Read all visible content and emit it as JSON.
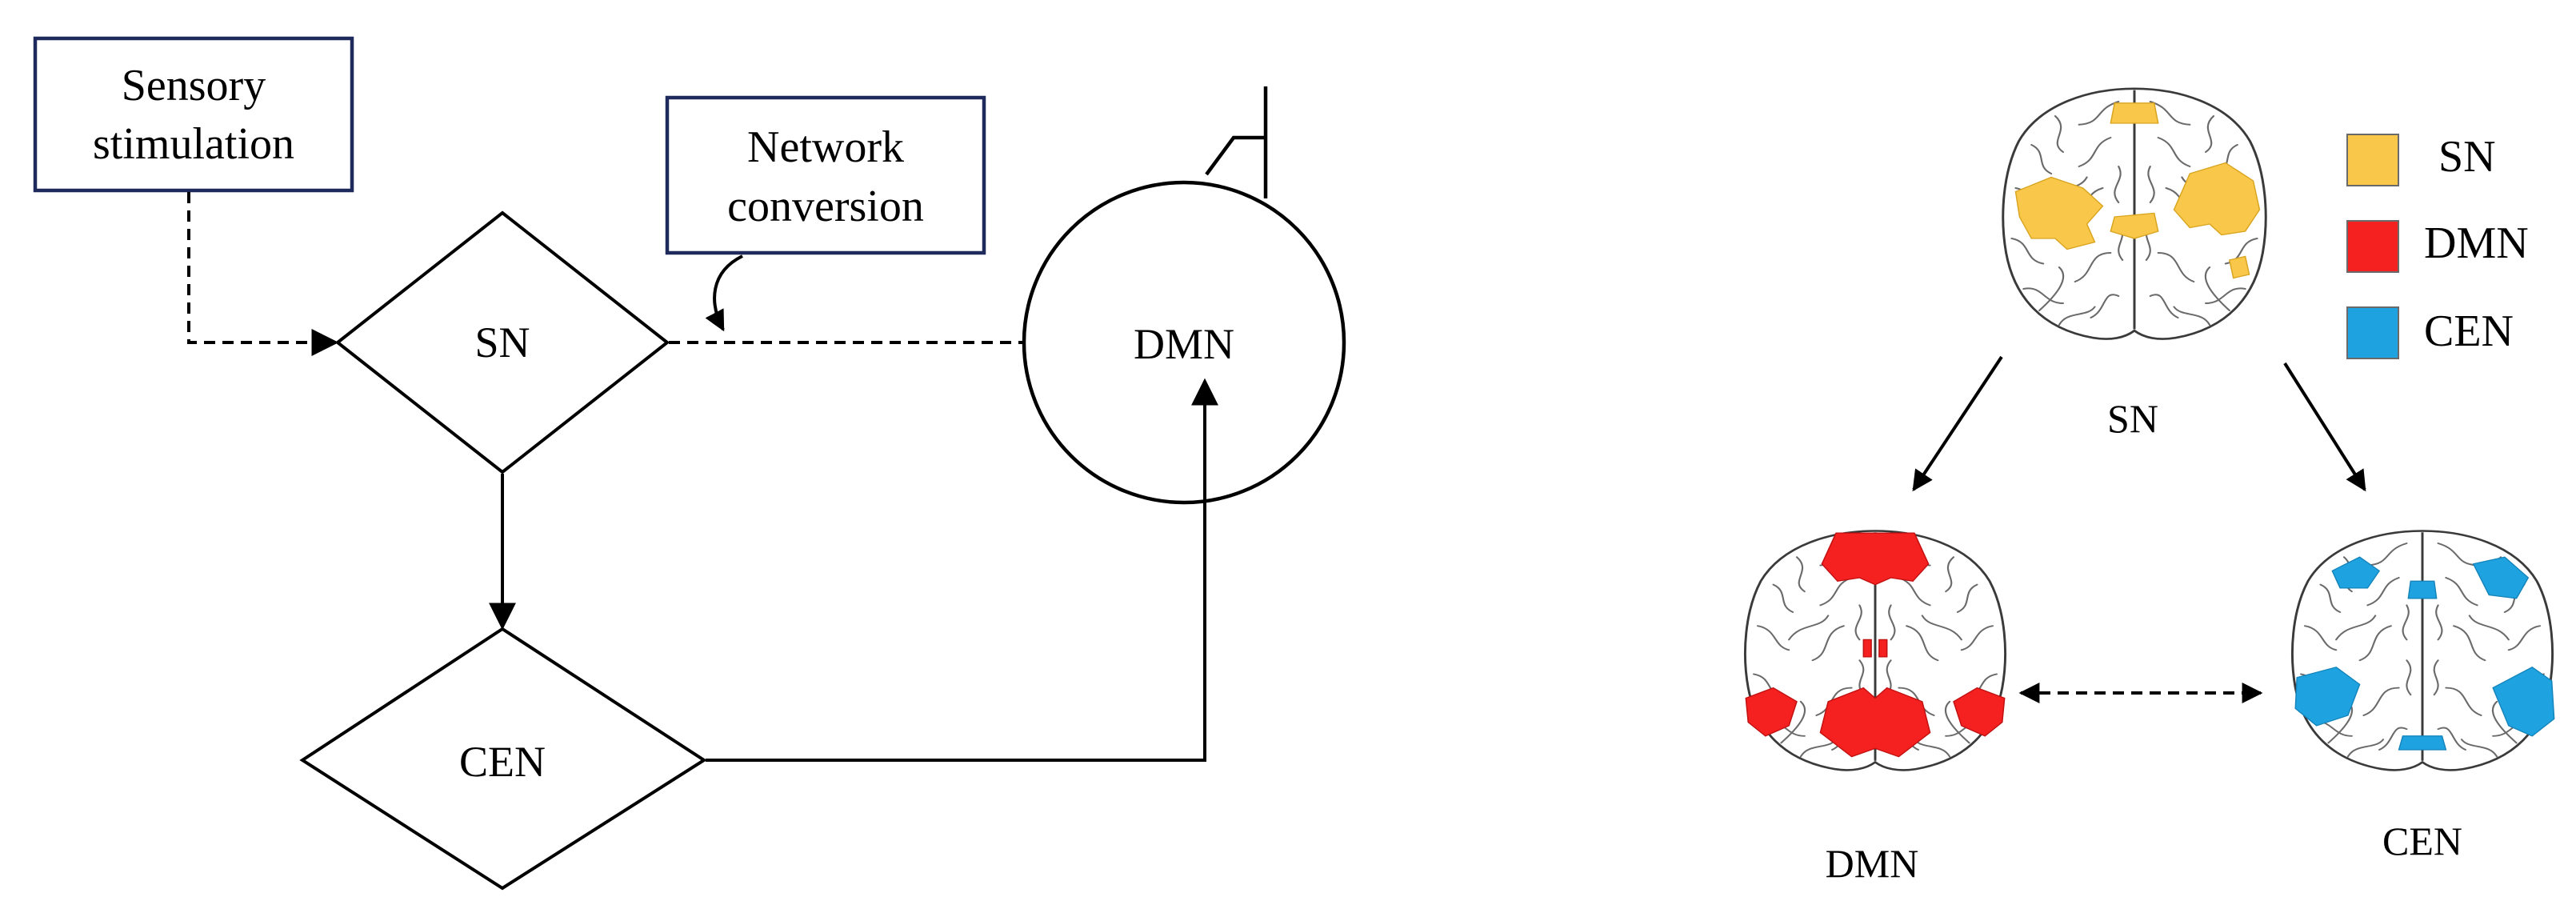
{
  "flowchart": {
    "boxes": {
      "sensory_line1": "Sensory",
      "sensory_line2": "stimulation",
      "network_line1": "Network",
      "network_line2": "conversion"
    },
    "nodes": {
      "sn": "SN",
      "cen": "CEN",
      "dmn": "DMN"
    }
  },
  "brain_panel": {
    "legend": [
      {
        "label": "SN",
        "color": "#F9C84A"
      },
      {
        "label": "DMN",
        "color": "#F52020"
      },
      {
        "label": "CEN",
        "color": "#1FA3E0"
      }
    ],
    "captions": {
      "sn": "SN",
      "dmn": "DMN",
      "cen": "CEN"
    }
  }
}
